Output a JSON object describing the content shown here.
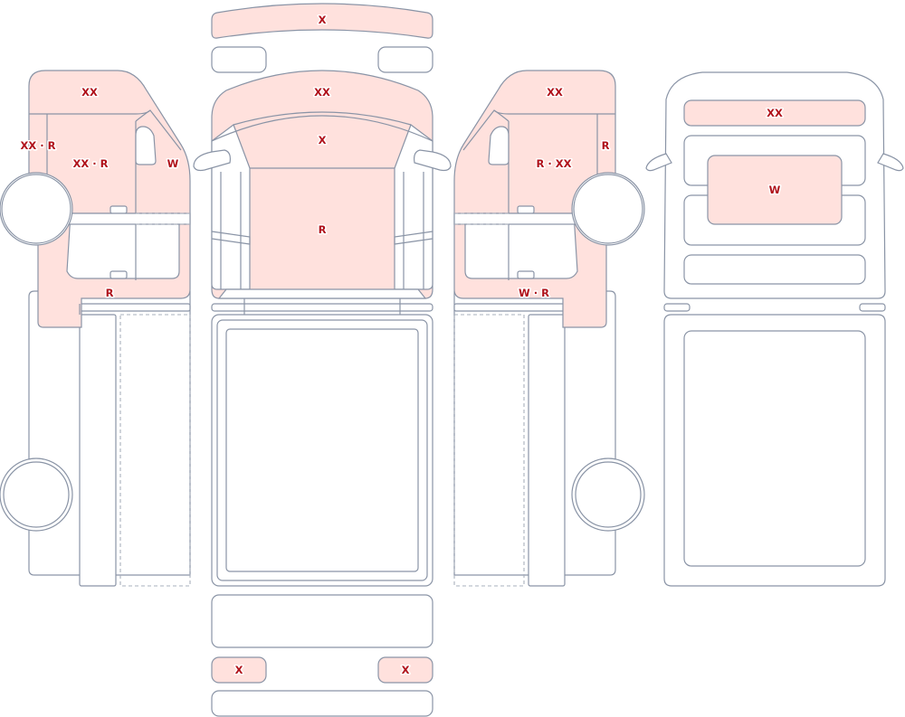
{
  "colors": {
    "damage_fill": "#ffe1dd",
    "outline": "#8a94a6",
    "label": "#b0121b"
  },
  "labels": {
    "roof_visor": "X",
    "hood_top": "XX",
    "windshield": "X",
    "roof_center": "R",
    "left_front_top": "XX",
    "left_front_mid": "XX · R",
    "left_door_upper": "XX · R",
    "left_pillar": "W",
    "left_sill": "R",
    "right_front_top": "XX",
    "right_pillar": "R",
    "right_door_upper": "R · XX",
    "right_sill": "W · R",
    "front_top_bar": "XX",
    "front_grille": "W",
    "rear_left_lamp": "X",
    "rear_right_lamp": "X"
  }
}
